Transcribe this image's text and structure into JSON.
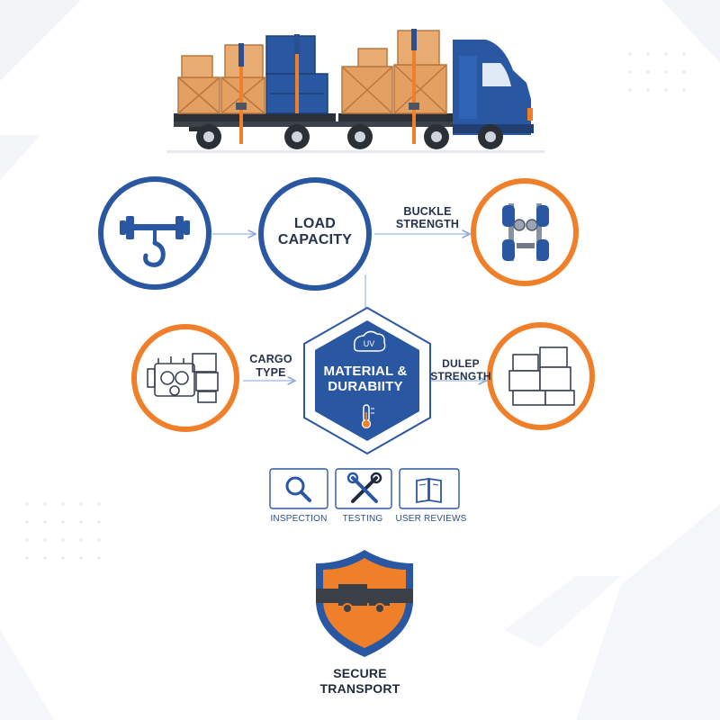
{
  "nodes": {
    "load_capacity": "LOAD\nCAPACITY",
    "buckle_strength": "BUCKLE\nSTRENGTH",
    "cargo_type": "CARGO\nTYPE",
    "material_durability": "MATERIAL &\nDURABIITY",
    "dulep_strength": "DULEP\nSTRENGTH",
    "uv_badge": "UV",
    "secure_transport": "SECURE\nTRANSPORT"
  },
  "methods": {
    "inspection": "INSPECTION",
    "testing": "TESTING",
    "user_reviews": "USER REVIEWS"
  },
  "icons": [
    "truck-icon",
    "cargo-box-icon",
    "lifting-hook-icon",
    "buckle-icon",
    "engine-icon",
    "box-stack-icon",
    "cloud-icon",
    "thermometer-icon",
    "search-icon",
    "tools-icon",
    "book-icon",
    "shield-icon"
  ],
  "colors": {
    "primary_blue": "#2a57a1",
    "accent_orange": "#f07f2a",
    "box_tan": "#e3a062",
    "dark_text": "#26334d",
    "line_blue": "#9db7dd"
  }
}
